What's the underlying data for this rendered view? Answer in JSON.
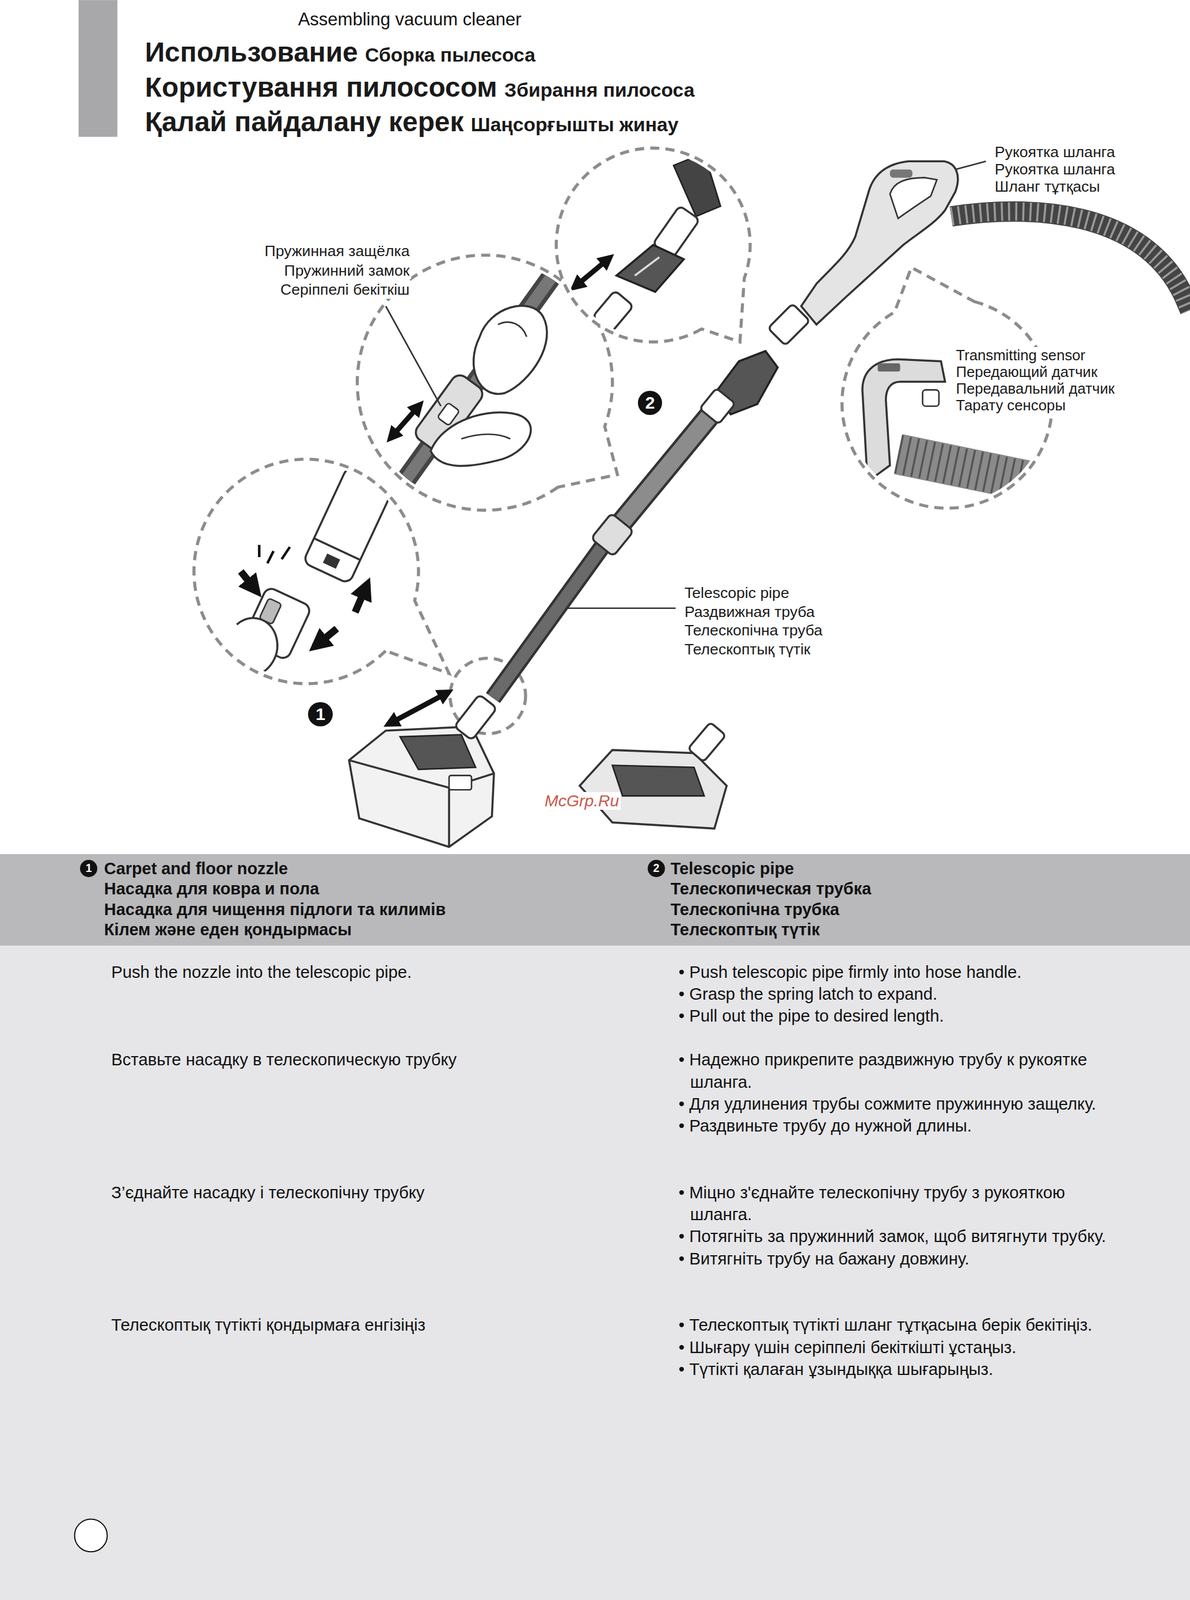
{
  "diagram": {
    "title": "Assembling vacuum cleaner",
    "nodes": [
      {
        "text": [
          "1",
          "Carpet and floor nozzle",
          "Насадка для ковра и пола",
          "Насадка для чищення підлоги та килимів",
          "Кілем және еден қондырмасы",
          "2",
          "Telescopic pipe",
          "Телескопическая трубка",
          "Телескопічна трубка",
          "Телескоптық түтік"
        ]
      },
      {
        "text": [
          "Push the nozzle into the telescopic pipe.",
          "• Push telescopic pipe firmly into hose handle.",
          "• Grasp the spring latch to expand.",
          "• Pull out the pipe to desired length.",
          "Вставьте насадку в телескопическую трубку",
          "• Надежно прикрепите раздвижную трубу к рукоятке шланга.",
          "• Для удлинения трубы сожмите пружинную защелку.",
          "• Раздвиньте трубу до нужной длины.",
          "З’єднайте насадку і телескопічну трубку",
          "• Міцно з'єднайте телескопічну трубу з рукояткою шланга.",
          "• Потягніть за пружинний замок, щоб витягнути трубку.",
          "• Витягніть трубу на бажану довжину.",
          "Телескоптық түтікті қондырмаға енгізіңіз",
          "• Телескоптық түтікті шланг тұтқасына берік бекітіңіз.",
          "• Шығару үшін серіппелі бекіткішті ұстаңыз.",
          "• Түтікті қалаған ұзындыққа шығарыңыз."
        ]
      }
    ],
    "labels": [
      "Использование",
      "Сборка пылесоса",
      "Користування пилососом",
      "Збирання пилососа",
      "Қалай пайдалану керек",
      "Шаңсорғышты жинау",
      "Рукоятка шланга",
      "Рукоятка шланга",
      "Шланг тұтқасы",
      "Пружинная защёлка",
      "Пружинний замок",
      "Серіппелі бекіткіш",
      "2",
      "Transmitting sensor",
      "Передающий датчик",
      "Передавальний датчик",
      "Тарату сенсоры",
      "Telescopic pipe",
      "Раздвижная труба",
      "Телескопічна труба",
      "Телескоптық түтік",
      "1",
      "McGrp.Ru"
    ]
  }
}
